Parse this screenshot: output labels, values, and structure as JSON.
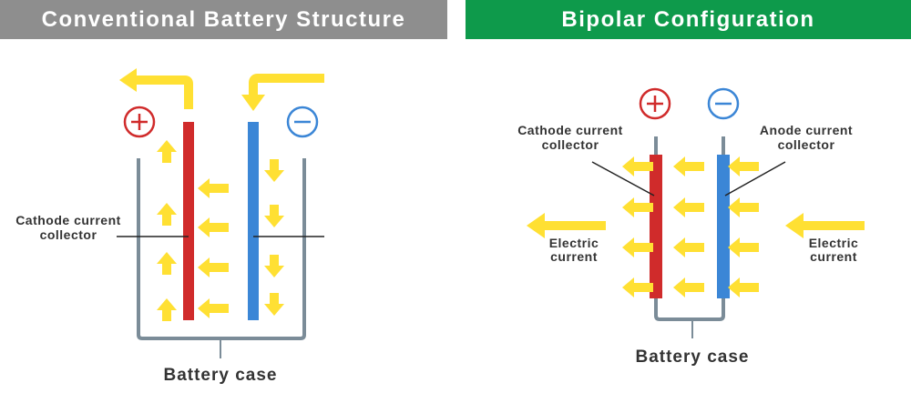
{
  "left_panel": {
    "title": "Conventional Battery Structure",
    "cathode_label_line1": "Cathode current",
    "cathode_label_line2": "collector",
    "case_label": "Battery case"
  },
  "right_panel": {
    "title": "Bipolar Configuration",
    "cathode_label_line1": "Cathode current",
    "cathode_label_line2": "collector",
    "anode_label_line1": "Anode current",
    "anode_label_line2": "collector",
    "electric_left_line1": "Electric",
    "electric_left_line2": "current",
    "electric_right_line1": "Electric",
    "electric_right_line2": "current",
    "case_label": "Battery case"
  },
  "colors": {
    "left_banner": "#8e8e8e",
    "right_banner": "#0e9a4b",
    "cathode": "#d02b2b",
    "anode": "#3b86d6",
    "arrow": "#ffe033",
    "case": "#7b8c98",
    "positive_sign": "#d02b2b",
    "negative_sign": "#3b86d6"
  },
  "icons": {
    "positive": "plus-circle-icon",
    "negative": "minus-circle-icon"
  }
}
